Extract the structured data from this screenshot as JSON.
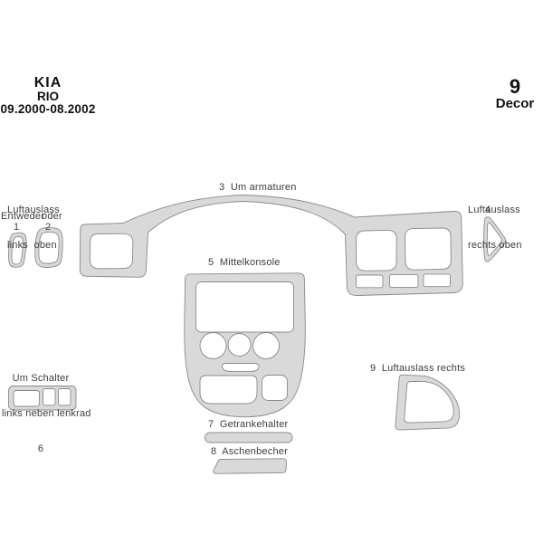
{
  "header": {
    "brand": "KIA",
    "model": "RIO",
    "years": "09.2000-08.2002",
    "kit_number": "9",
    "kit_label": "Decor"
  },
  "labels": {
    "vent_left_1": "Luftauslass",
    "vent_left_2": "links  oben",
    "either": "Entweder",
    "or": "oder",
    "opt1": "1",
    "opt2": "2",
    "dashboard": "3  Um armaturen",
    "vent_right_top_1": "Luftauslass",
    "vent_right_top_2": "rechts oben",
    "num4": "4",
    "console": "5  Mittelkonsole",
    "switch_1": "Um Schalter",
    "switch_2": "links neben lenkrad",
    "num6": "6",
    "cupholder": "7  Getrankehalter",
    "ashtray": "8  Aschenbecher",
    "vent_right": "9  Luftauslass rechts"
  },
  "colors": {
    "part_fill": "#d9d9d9",
    "part_stroke": "#8a8a8a",
    "label_text": "#3d3d3d",
    "header_text": "#111111",
    "background": "#ffffff"
  }
}
